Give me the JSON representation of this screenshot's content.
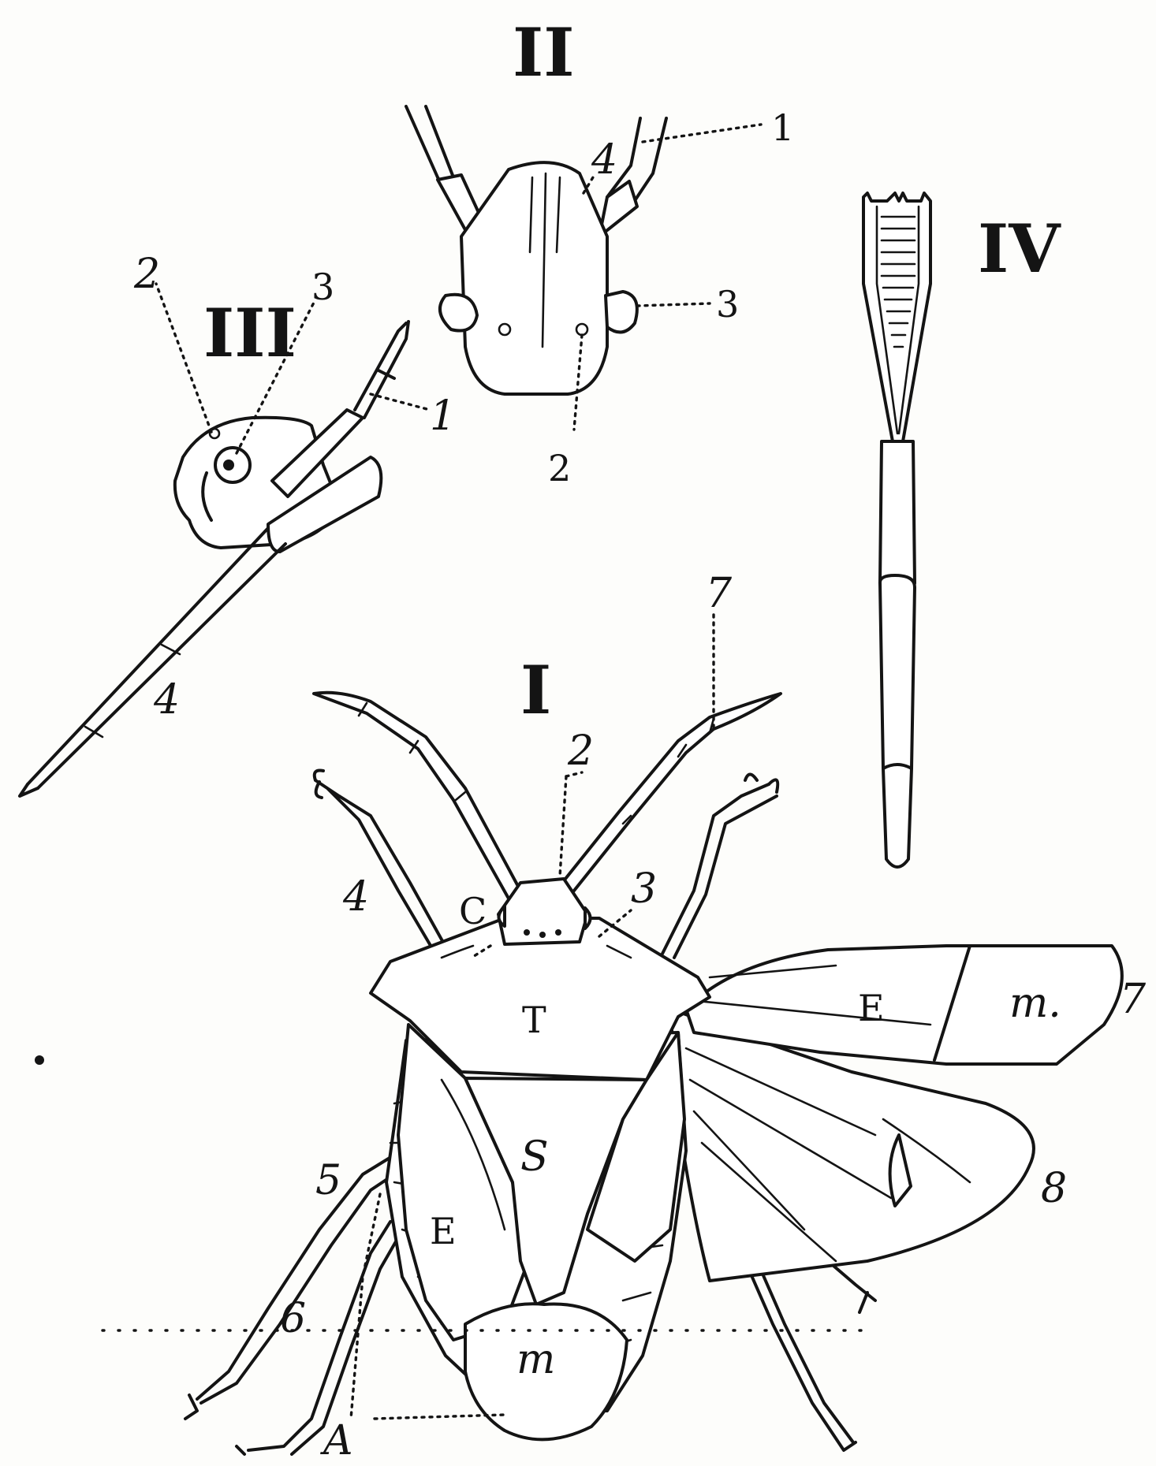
{
  "figures": {
    "I": {
      "numeral": "I",
      "labels": {
        "antenna_tip": "7",
        "head_point": "2",
        "eye_point": "3",
        "antenna_left": "4",
        "head": "C",
        "pronotum": "T",
        "scutellum": "S",
        "elytron": "E",
        "membrane": "m",
        "wing_elytron": "E",
        "wing_membrane": "m.",
        "wing_edge": "7",
        "hind_wing": "8",
        "leg_mid": "5",
        "leg_hind": "6",
        "abdomen": "A"
      }
    },
    "II": {
      "numeral": "II",
      "labels": {
        "one": "1",
        "two": "2",
        "three": "3",
        "four": "4"
      }
    },
    "III": {
      "numeral": "III",
      "labels": {
        "one": "1",
        "two": "2",
        "three": "3",
        "four": "4"
      }
    },
    "IV": {
      "numeral": "IV"
    }
  }
}
